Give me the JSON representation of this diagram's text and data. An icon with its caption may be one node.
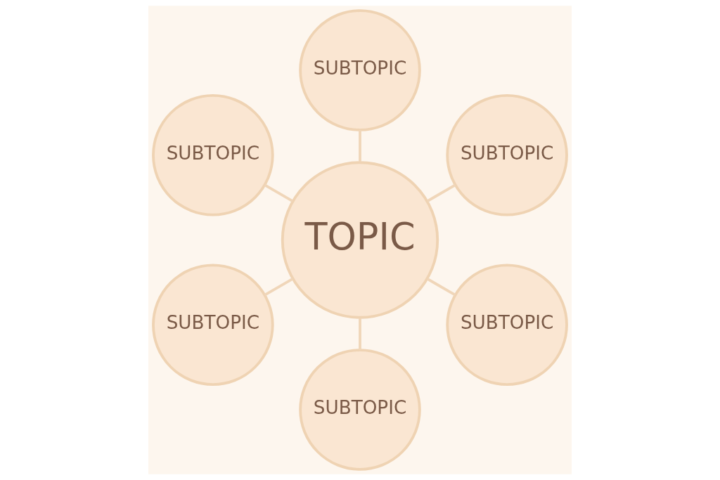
{
  "diagram": {
    "nodes": [
      {
        "text": [
          "TOPIC"
        ]
      },
      {
        "text": [
          "SUBTOPIC"
        ]
      },
      {
        "text": [
          "SUBTOPIC"
        ]
      },
      {
        "text": [
          "SUBTOPIC"
        ]
      },
      {
        "text": [
          "SUBTOPIC"
        ]
      },
      {
        "text": [
          "SUBTOPIC"
        ]
      },
      {
        "text": [
          "SUBTOPIC"
        ]
      }
    ],
    "edges": [
      {
        "from": 0,
        "to": 1,
        "arrow": "none"
      },
      {
        "from": 0,
        "to": 2,
        "arrow": "none"
      },
      {
        "from": 0,
        "to": 3,
        "arrow": "none"
      },
      {
        "from": 0,
        "to": 4,
        "arrow": "none"
      },
      {
        "from": 0,
        "to": 5,
        "arrow": "none"
      },
      {
        "from": 0,
        "to": 6,
        "arrow": "none"
      }
    ]
  }
}
